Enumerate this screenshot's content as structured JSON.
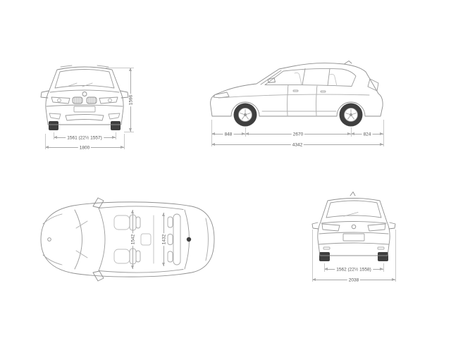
{
  "drawing": {
    "background": "#ffffff",
    "line_color": "#8f8f8f",
    "wheel_fill": "#3f3f3f",
    "dim_line_color": "#a8a8a8",
    "dim_text_color": "#555555"
  },
  "views": {
    "front": {
      "dims": {
        "height": "1596",
        "track": "1561 (22½ 1557)",
        "width": "1800"
      }
    },
    "side": {
      "dims": {
        "front_overhang": "848",
        "wheelbase": "2670",
        "rear_overhang": "824",
        "length": "4342"
      }
    },
    "top": {
      "dims": {
        "front_interior_width": "1542",
        "rear_interior_width": "1432"
      }
    },
    "rear": {
      "dims": {
        "track": "1562 (22½ 1558)",
        "width": "2038"
      }
    }
  }
}
